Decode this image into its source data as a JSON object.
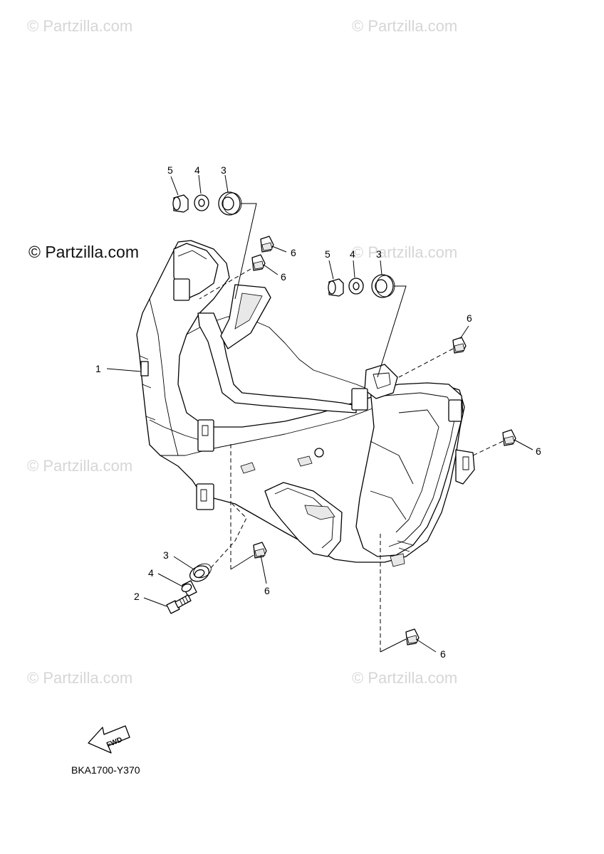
{
  "watermarks": {
    "faint": "© Partzilla.com",
    "prominent": "© Partzilla.com"
  },
  "callouts": {
    "housing": "1",
    "bolt": "2",
    "grommet": "3",
    "collar": "4",
    "nut": "5",
    "clip": "6"
  },
  "fwd_label": "FWD",
  "diagram_code": "BKA1700-Y370"
}
